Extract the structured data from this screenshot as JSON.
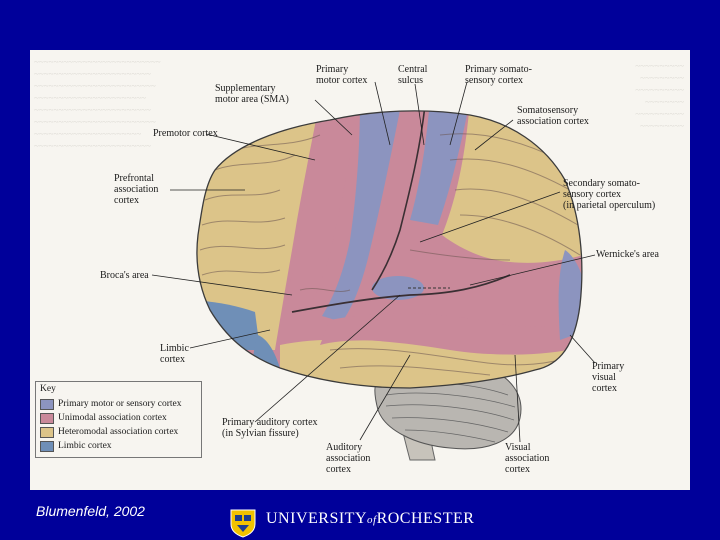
{
  "labels": {
    "primary_motor": "Primary\nmotor cortex",
    "central_sulcus": "Central\nsulcus",
    "primary_somatosensory": "Primary somato-\nsensory cortex",
    "sma": "Supplementary\nmotor area (SMA)",
    "somatosensory_assoc": "Somatosensory\nassociation cortex",
    "premotor": "Premotor cortex",
    "prefrontal": "Prefrontal\nassociation\ncortex",
    "secondary_somatosensory": "Secondary somato-\nsensory cortex\n(in parietal operculum)",
    "wernicke": "Wernicke's area",
    "broca": "Broca's area",
    "limbic": "Limbic\ncortex",
    "primary_visual": "Primary\nvisual\ncortex",
    "primary_auditory": "Primary auditory cortex\n(in Sylvian fissure)",
    "auditory_assoc": "Auditory\nassociation\ncortex",
    "visual_assoc": "Visual\nassociation\ncortex"
  },
  "key": {
    "title": "Key",
    "items": [
      {
        "label": "Primary motor or sensory cortex",
        "color": "#8c94bf"
      },
      {
        "label": "Unimodal association cortex",
        "color": "#c9899a"
      },
      {
        "label": "Heteromodal association cortex",
        "color": "#dcc489"
      },
      {
        "label": "Limbic cortex",
        "color": "#6f8fb7"
      }
    ]
  },
  "caption": "Blumenfeld, 2002",
  "university": {
    "part1": "UNIVERSITY",
    "of": "of",
    "part2": "ROCHESTER"
  },
  "colors": {
    "background": "#00009a",
    "primary": "#8c94bf",
    "unimodal": "#c9899a",
    "heteromodal": "#dcc489",
    "limbic": "#6f8fb7",
    "cerebellum": "#b9b6b1"
  }
}
